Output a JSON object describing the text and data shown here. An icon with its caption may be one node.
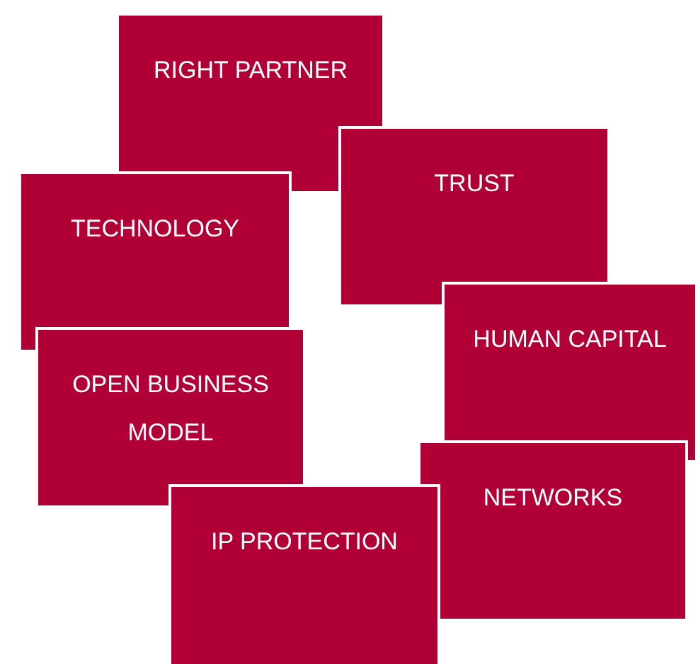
{
  "diagram": {
    "nodes": [
      {
        "text": [
          "RIGHT PARTNER"
        ]
      },
      {
        "text": [
          "TRUST"
        ]
      },
      {
        "text": [
          "TECHNOLOGY"
        ]
      },
      {
        "text": [
          "HUMAN CAPITAL"
        ]
      },
      {
        "text": [
          "OPEN BUSINESS MODEL"
        ]
      },
      {
        "text": [
          "NETWORKS"
        ]
      },
      {
        "text": [
          "IP PROTECTION"
        ]
      }
    ]
  }
}
